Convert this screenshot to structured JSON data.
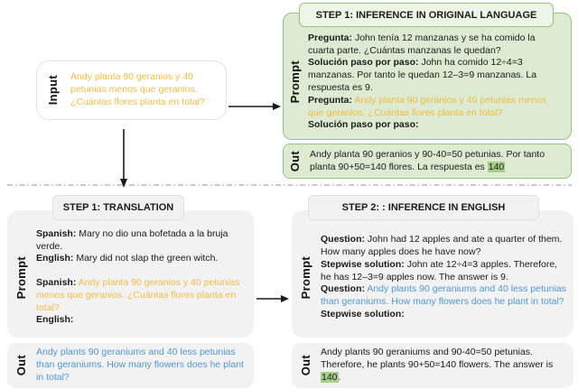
{
  "colors": {
    "green_border": "#94C57E",
    "green_fill": "#DCEBD2",
    "green_title_fill": "#EDF5E6",
    "answer_highlight": "#A6CF89",
    "gray_fill": "#F2F2F3",
    "accent_orange": "#F2BC42",
    "accent_blue": "#4E97D9",
    "arrow_black": "#1A1A1A"
  },
  "input_box": {
    "label": "Input",
    "text": "Andy planta 90 geranios y 40 petunias menos que geranios. ¿Cuántas flores planta en total?"
  },
  "original_language_panel": {
    "title": "STEP 1: INFERENCE IN ORIGINAL LANGUAGE",
    "prompt_label": "Prompt",
    "prompt": [
      {
        "label": "Pregunta:",
        "text": "John tenía 12 manzanas y se ha comido la cuarta parte. ¿Cuántas manzanas le quedan?"
      },
      {
        "label": "Solución paso por paso:",
        "text": "John ha comido 12÷4=3 manzanas. Por tanto le quedan 12–3=9 manzanas. La respuesta es 9."
      },
      {
        "label": "Pregunta:",
        "text": "Andy planta 90 geranios y 40 petunias menos que geranios. ¿Cuántas flores planta en total?"
      },
      {
        "label": "Solución paso por paso:",
        "text": ""
      }
    ],
    "out_label": "Out",
    "out": {
      "pre": "Andy planta 90 geranios y 90-40=50 petunias. Por tanto planta 90+50=140 flores. La respuesta es ",
      "highlight": "140",
      "post": ""
    }
  },
  "translation_panel": {
    "title": "STEP 1: TRANSLATION",
    "prompt_label": "Prompt",
    "prompt": [
      {
        "label": "Spanish:",
        "text": "Mary no dio una bofetada a la bruja verde."
      },
      {
        "label": "English:",
        "text": "Mary did not slap the green witch."
      },
      {
        "label": "Spanish:",
        "text": "Andy planta 90 geranios y 40 petunias menos que geranios. ¿Cuántas flores planta en total?"
      },
      {
        "label": "English:",
        "text": ""
      }
    ],
    "out_label": "Out",
    "out": {
      "text": "Andy plants 90 geraniums and 40 less petunias than geraniums. How many flowers does he plant in total?"
    }
  },
  "english_inference_panel": {
    "title": "STEP 2: : INFERENCE IN ENGLISH",
    "prompt_label": "Prompt",
    "prompt": [
      {
        "label": "Question:",
        "text": "John had 12 apples and ate a quarter of them. How many apples does he have now?"
      },
      {
        "label": "Stepwise solution:",
        "text": "John ate 12÷4=3 apples. Therefore, he has 12–3=9 apples now. The answer is 9."
      },
      {
        "label": "Question:",
        "text": "Andy plants 90 geraniums and 40 less petunias than geraniums. How many flowers does he plant in total?"
      },
      {
        "label": "Stepwise solution:",
        "text": ""
      }
    ],
    "out_label": "Out",
    "out": {
      "pre": "Andy plants 90 geraniums and 90-40=50 petunias. Therefore, he plants 90+50=140 flowers. The answer is ",
      "highlight": "140",
      "post": "."
    }
  }
}
